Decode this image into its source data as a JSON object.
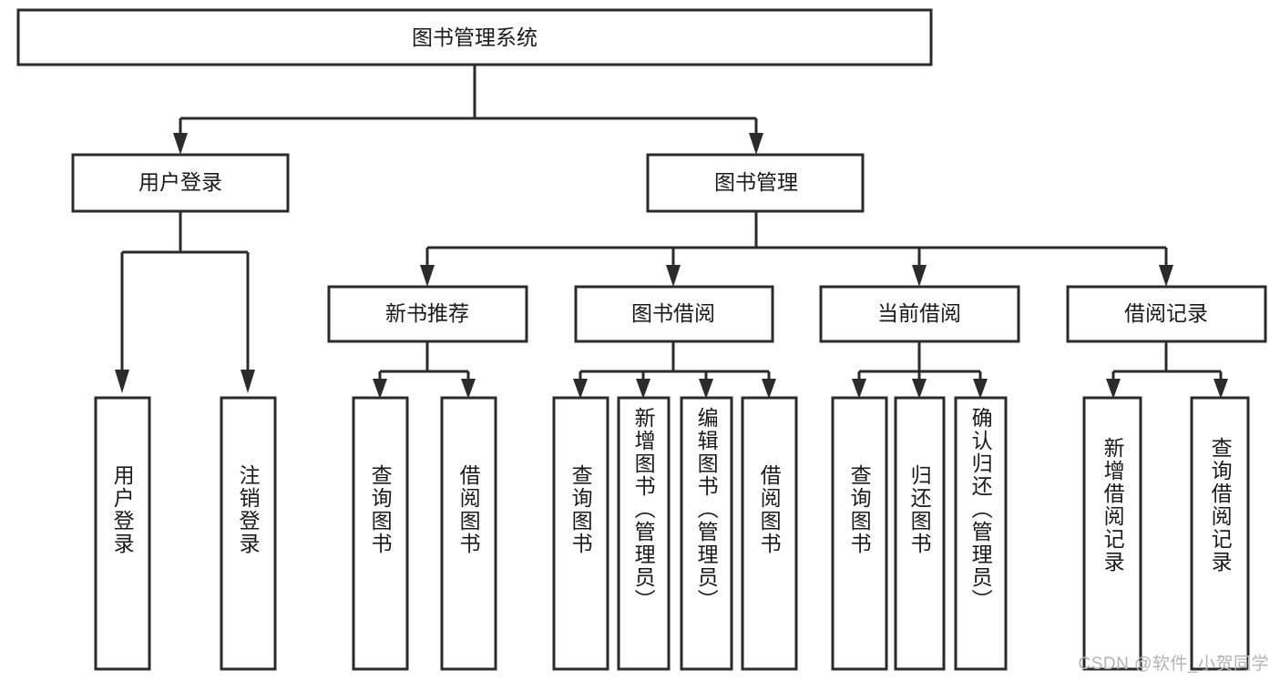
{
  "diagram": {
    "type": "tree",
    "title": "图书管理系统",
    "root": {
      "id": "root",
      "label": "图书管理系统"
    },
    "level1": [
      {
        "id": "user-login",
        "label": "用户登录"
      },
      {
        "id": "book-management",
        "label": "图书管理"
      }
    ],
    "level2": [
      {
        "id": "new-book-recommend",
        "label": "新书推荐",
        "parent": "book-management"
      },
      {
        "id": "book-borrow",
        "label": "图书借阅",
        "parent": "book-management"
      },
      {
        "id": "current-borrow",
        "label": "当前借阅",
        "parent": "book-management"
      },
      {
        "id": "borrow-record",
        "label": "借阅记录",
        "parent": "book-management"
      }
    ],
    "leaves": [
      {
        "id": "leaf-user-login",
        "label": "用户登录",
        "parent": "user-login"
      },
      {
        "id": "leaf-logout-login",
        "label": "注销登录",
        "parent": "user-login"
      },
      {
        "id": "leaf-query-book-1",
        "label": "查询图书",
        "parent": "new-book-recommend"
      },
      {
        "id": "leaf-borrow-book-1",
        "label": "借阅图书",
        "parent": "new-book-recommend"
      },
      {
        "id": "leaf-query-book-2",
        "label": "查询图书",
        "parent": "book-borrow"
      },
      {
        "id": "leaf-add-book-admin",
        "label": "新增图书（管理员）",
        "parent": "book-borrow"
      },
      {
        "id": "leaf-edit-book-admin",
        "label": "编辑图书（管理员）",
        "parent": "book-borrow"
      },
      {
        "id": "leaf-borrow-book-2",
        "label": "借阅图书",
        "parent": "book-borrow"
      },
      {
        "id": "leaf-query-book-3",
        "label": "查询图书",
        "parent": "current-borrow"
      },
      {
        "id": "leaf-return-book",
        "label": "归还图书",
        "parent": "current-borrow"
      },
      {
        "id": "leaf-confirm-return-admin",
        "label": "确认归还（管理员）",
        "parent": "current-borrow"
      },
      {
        "id": "leaf-add-borrow-record",
        "label": "新增借阅记录",
        "parent": "borrow-record"
      },
      {
        "id": "leaf-query-borrow-record",
        "label": "查询借阅记录",
        "parent": "borrow-record"
      }
    ]
  },
  "watermark": {
    "text": "CSDN @软件_小贺同学"
  },
  "colors": {
    "stroke": "#2b2b2b",
    "fill": "#ffffff",
    "text": "#1a1a1a",
    "watermark": "#b3b3b3"
  }
}
